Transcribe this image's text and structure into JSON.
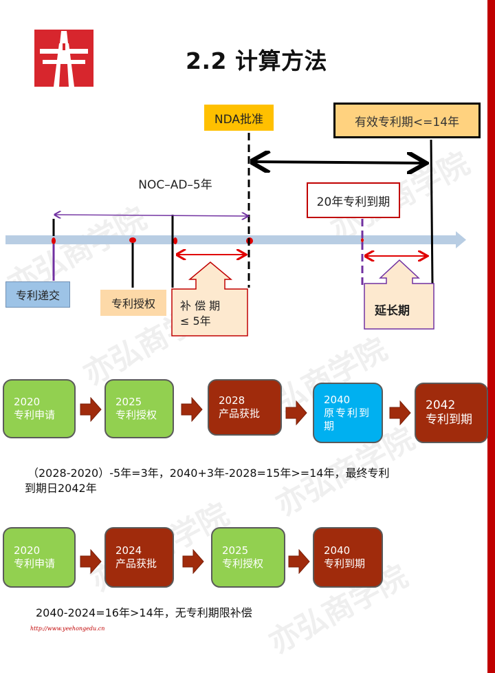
{
  "header": {
    "title": "2.2 计算方法"
  },
  "diagram": {
    "nda_label": "NDA批准",
    "valid_term_label": "有效专利期<=14年",
    "noc_label": "NOC–AD–5年",
    "expiry20_label": "20年专利到期",
    "filing_label": "专利递交",
    "grant_label": "专利授权",
    "compensation_line1": "补 偿 期",
    "compensation_line2": "≤ 5年",
    "extension_label": "延长期"
  },
  "flow1": {
    "steps": [
      {
        "year": "2020",
        "text": "专利申请"
      },
      {
        "year": "2025",
        "text": "专利授权"
      },
      {
        "year": "2028",
        "text": "产品获批"
      },
      {
        "year": "2040",
        "text": "原专利到",
        "text2": "期"
      },
      {
        "year": "2042",
        "text": "专利到期"
      }
    ],
    "note_line1": "（2028-2020）-5年=3年，2040+3年-2028=15年>=14年，最终专利",
    "note_line2": "到期日2042年"
  },
  "flow2": {
    "steps": [
      {
        "year": "2020",
        "text": "专利申请"
      },
      {
        "year": "2024",
        "text": "产品获批"
      },
      {
        "year": "2025",
        "text": "专利授权"
      },
      {
        "year": "2040",
        "text": "专利到期"
      }
    ],
    "note": "2040-2024=16年>14年，无专利期限补偿"
  },
  "footer": {
    "url": "http://www.yeehongedu.cn"
  },
  "watermark": "亦弘商学院",
  "colors": {
    "accent_red": "#c00000",
    "green": "#92d050",
    "brown_red": "#a02b0c",
    "blue": "#00b0f0",
    "timeline": "#b8cde3"
  }
}
